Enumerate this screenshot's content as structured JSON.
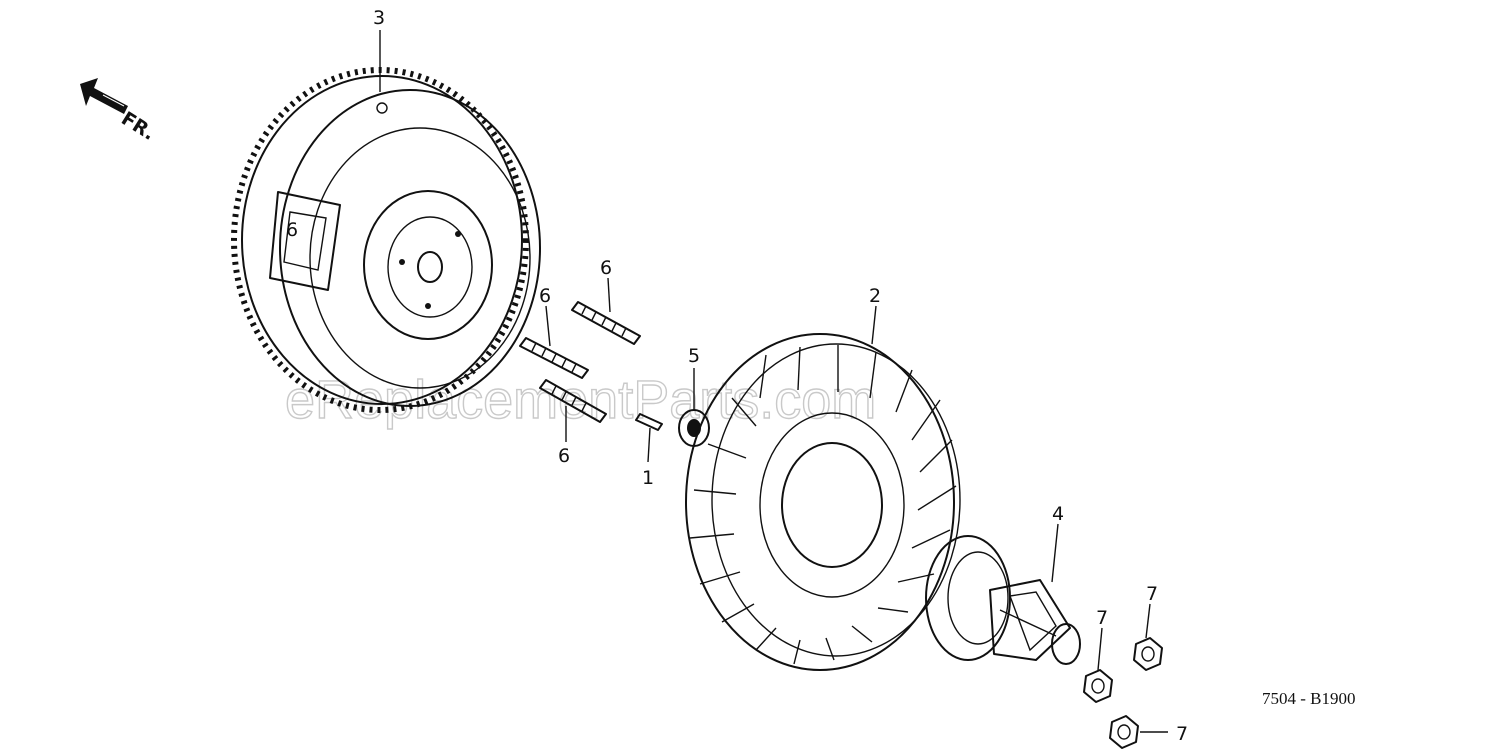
{
  "diagram": {
    "direction_indicator": "FR.",
    "watermark": "eReplacementParts.com",
    "part_code": "7504 - B1900",
    "callouts": {
      "pin": "1",
      "fan": "2",
      "flywheel": "3",
      "starter_pulley": "4",
      "washer": "5",
      "stud_upper": "6",
      "stud_middle": "6",
      "stud_lower": "6",
      "nut_right": "7",
      "nut_middle": "7",
      "nut_bottom": "7"
    },
    "flywheel_mark": "6"
  }
}
